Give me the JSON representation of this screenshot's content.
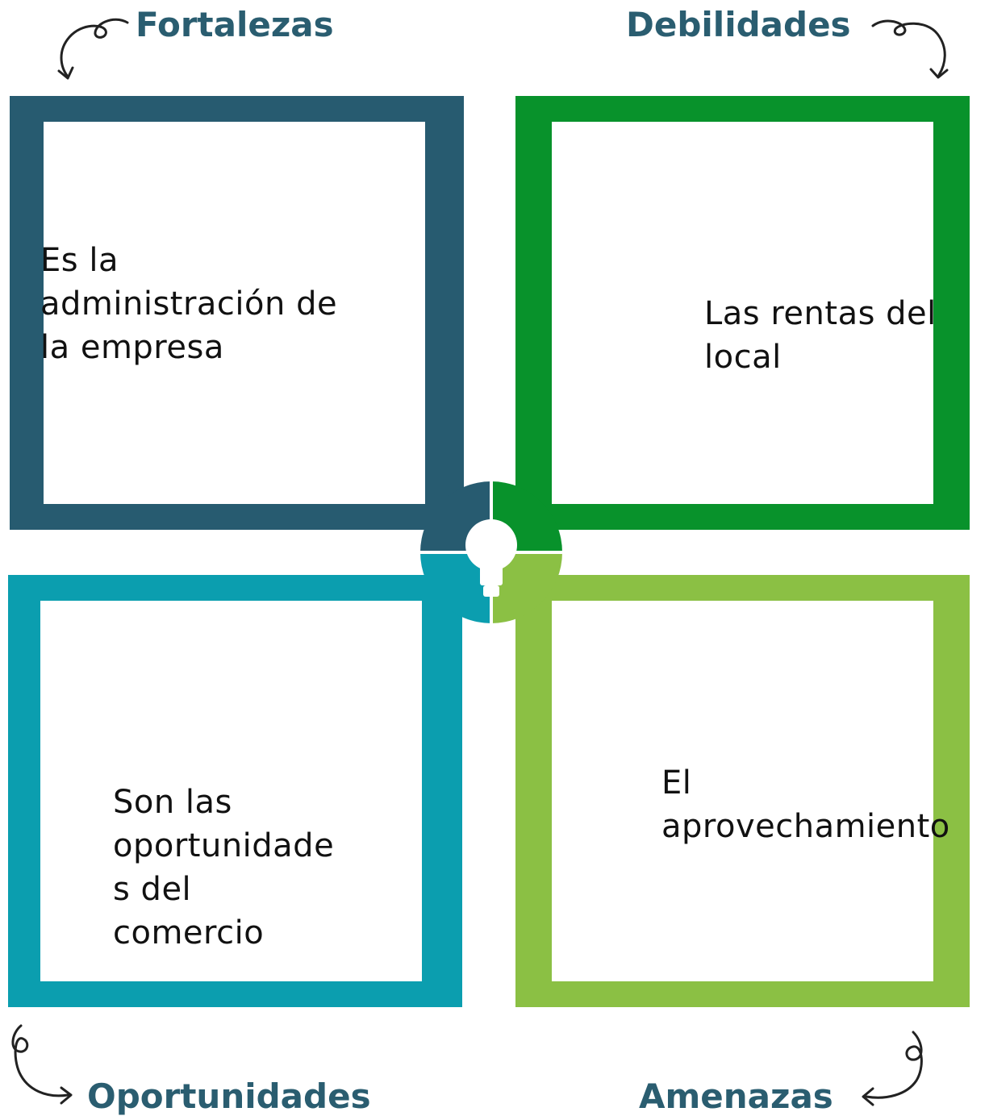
{
  "headings": {
    "strengths": "Fortalezas",
    "weaknesses": "Debilidades",
    "opportunities": "Oportunidades",
    "threats": "Amenazas"
  },
  "quadrants": {
    "strengths": {
      "lines": [
        "Es la",
        "administración de",
        "la empresa"
      ],
      "color": "#275b70"
    },
    "weaknesses": {
      "lines": [
        "Las rentas del",
        "local"
      ],
      "color": "#08922b"
    },
    "opportunities": {
      "lines": [
        "Son las",
        "oportunidade",
        "s del",
        "comercio"
      ],
      "color": "#0b9eaf"
    },
    "threats": {
      "lines": [
        "El",
        "aprovechamiento"
      ],
      "color": "#8bc044"
    }
  },
  "colors": {
    "heading": "#2a5d70",
    "arrows": "#222222",
    "bulb": "#ffffff"
  },
  "icons": {
    "center": "lightbulb-icon",
    "arrows": [
      "curly-arrow-icon"
    ]
  }
}
